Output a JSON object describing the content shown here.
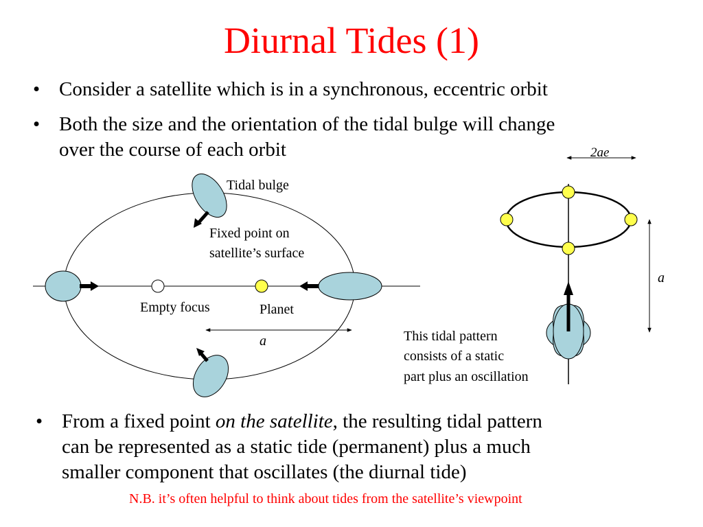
{
  "slide": {
    "title": "Diurnal Tides (1)",
    "bullets": [
      {
        "marker": "•",
        "text": "Consider a satellite which is in a synchronous, eccentric orbit"
      },
      {
        "marker": "•",
        "text_line1": "Both the size and the orientation of the tidal bulge will change",
        "text_line2": "over the course of each orbit"
      }
    ],
    "bullet3": {
      "marker": "•",
      "prefix": "From a fixed point ",
      "italic": "on the satellite",
      "line1_suffix": ", the resulting tidal pattern",
      "line2": "can be represented as a static tide (permanent) plus a much",
      "line3": "smaller component that oscillates (the diurnal tide)"
    },
    "note": "N.B. it’s often helpful to think about tides from the satellite’s viewpoint"
  },
  "left_diagram": {
    "labels": {
      "tidal_bulge": "Tidal bulge",
      "fixed_point_line1": "Fixed point on",
      "fixed_point_line2": "satellite’s surface",
      "empty_focus": "Empty focus",
      "planet": "Planet",
      "semi_major": "a"
    }
  },
  "right_diagram": {
    "labels": {
      "two_ae": "2ae",
      "a": "a",
      "caption_line1": "This tidal pattern",
      "caption_line2": "consists of a static",
      "caption_line3": "part plus an oscillation"
    }
  },
  "colors": {
    "title": "#ff0000",
    "note": "#ff0000",
    "bulge_fill": "#a9d3dc",
    "planet_fill": "#ffff4d"
  }
}
